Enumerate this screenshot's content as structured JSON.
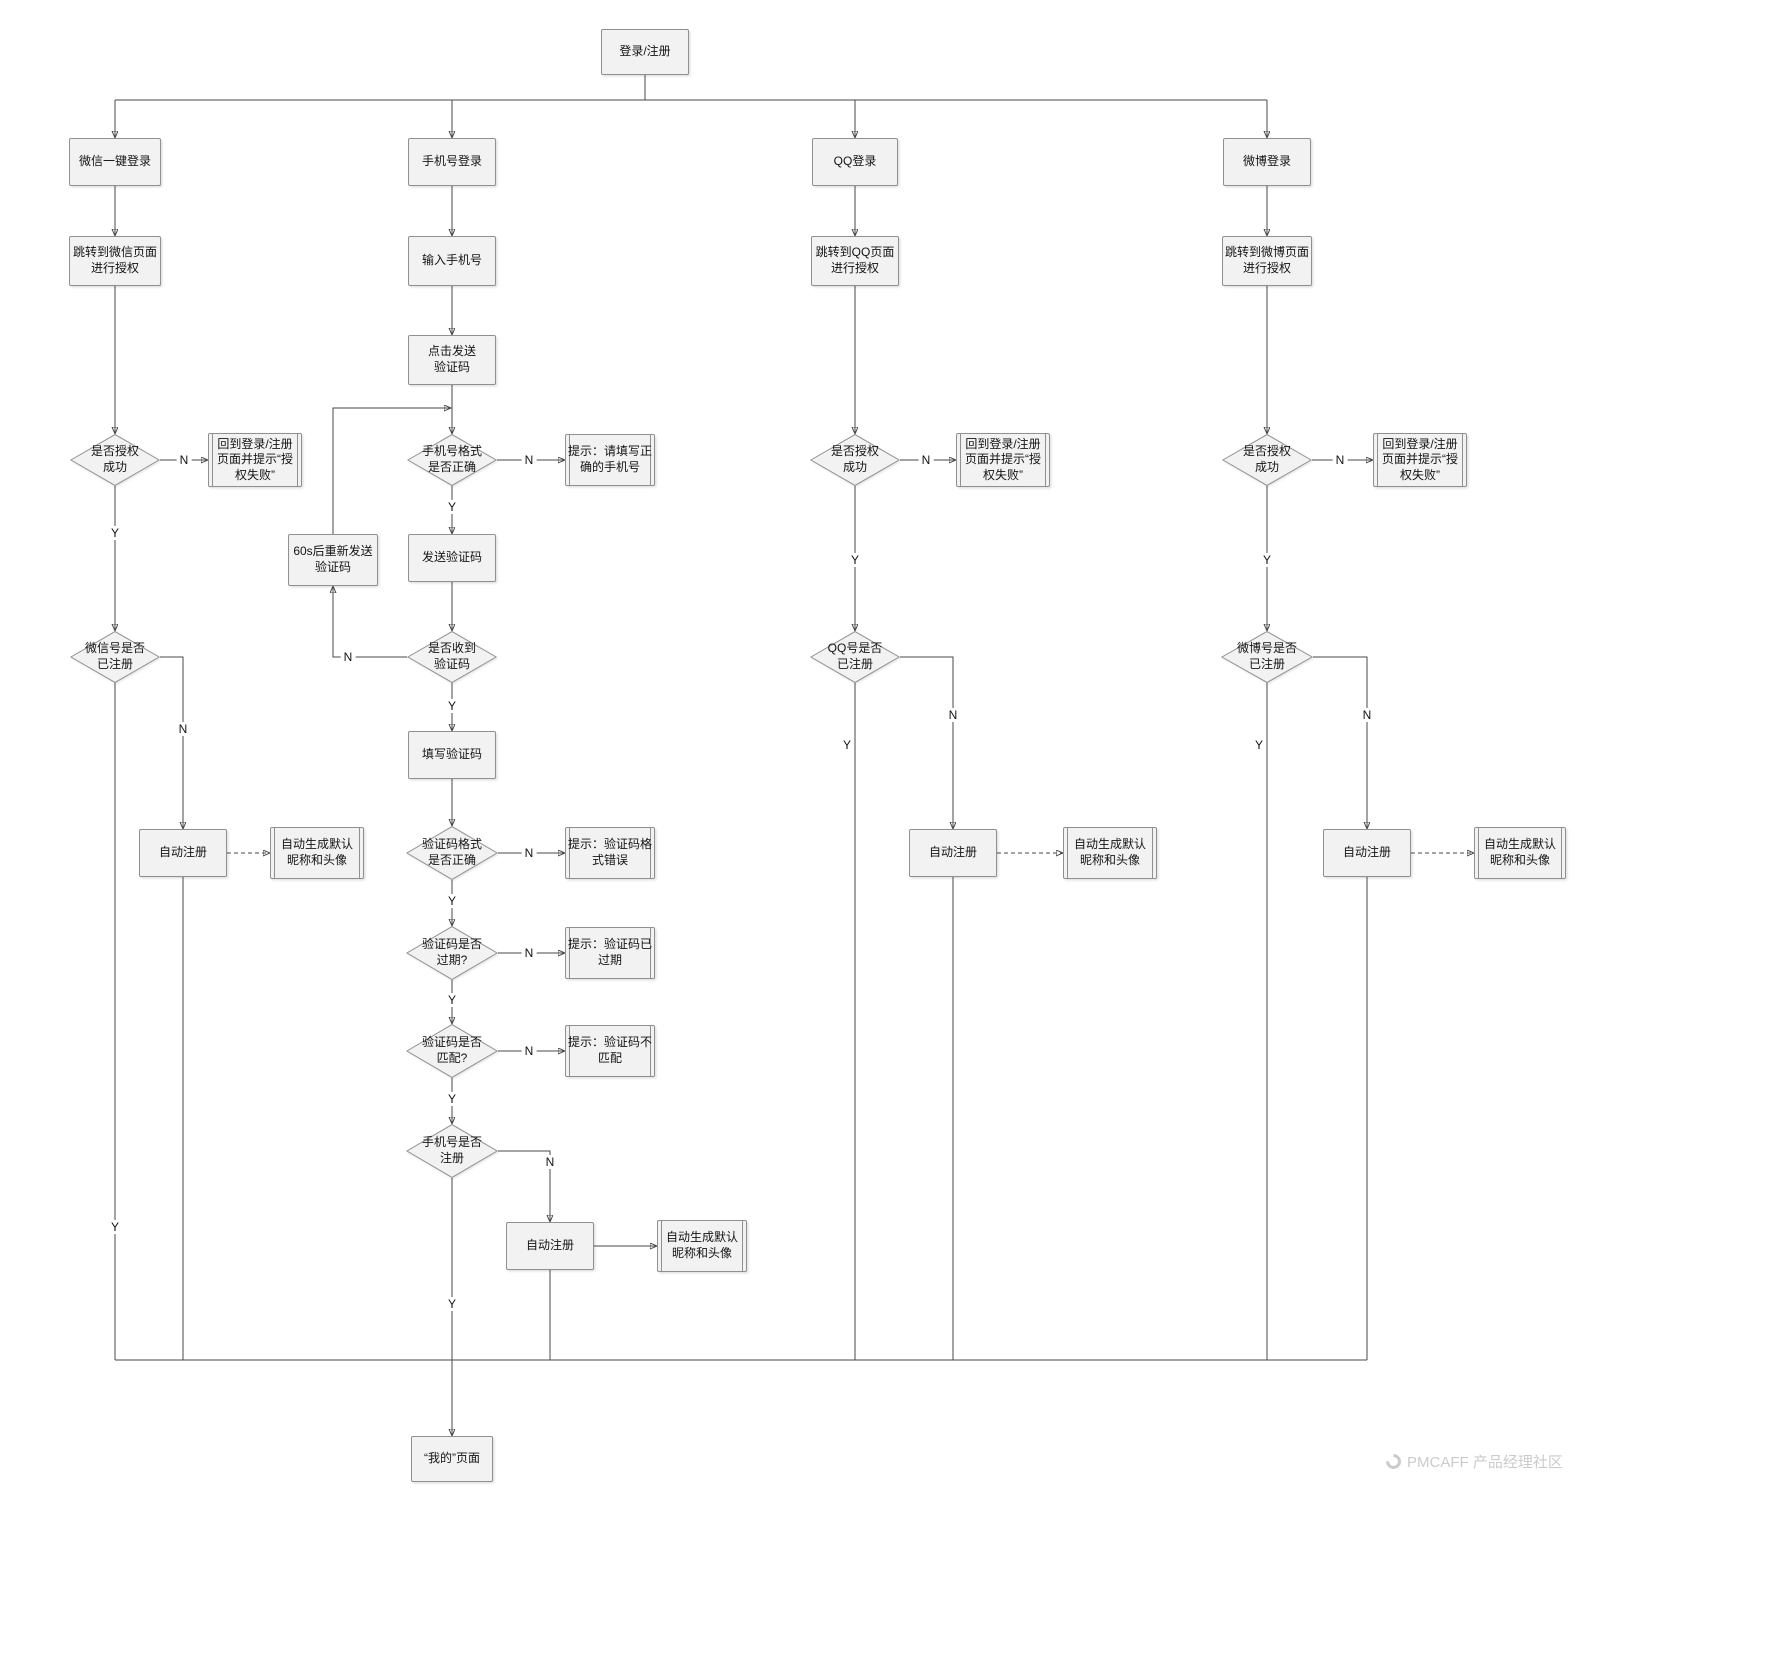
{
  "labels": {
    "yes": "Y",
    "no": "N"
  },
  "nodes": {
    "start": {
      "label": "登录/注册"
    },
    "wechat_login": {
      "label": "微信一键登录"
    },
    "wechat_jump": {
      "label": "跳转到微信页面\n进行授权"
    },
    "wechat_auth": {
      "label": "是否授权\n成功"
    },
    "wechat_auth_fail": {
      "label": "回到登录/注册\n页面并提示“授\n权失败”"
    },
    "wechat_registered": {
      "label": "微信号是否\n已注册"
    },
    "wechat_auto_register": {
      "label": "自动注册"
    },
    "wechat_default_profile": {
      "label": "自动生成默认\n昵称和头像"
    },
    "phone_login": {
      "label": "手机号登录"
    },
    "phone_input": {
      "label": "输入手机号"
    },
    "phone_send_click": {
      "label": "点击发送\n验证码"
    },
    "phone_format": {
      "label": "手机号格式\n是否正确"
    },
    "phone_format_tip": {
      "label": "提示：请填写正\n确的手机号"
    },
    "resend_60s": {
      "label": "60s后重新发送\n验证码"
    },
    "send_code": {
      "label": "发送验证码"
    },
    "code_received": {
      "label": "是否收到\n验证码"
    },
    "fill_code": {
      "label": "填写验证码"
    },
    "code_format": {
      "label": "验证码格式\n是否正确"
    },
    "code_format_tip": {
      "label": "提示：验证码格\n式错误"
    },
    "code_expired": {
      "label": "验证码是否\n过期?"
    },
    "code_expired_tip": {
      "label": "提示：验证码已\n过期"
    },
    "code_match": {
      "label": "验证码是否\n匹配?"
    },
    "code_match_tip": {
      "label": "提示：验证码不\n匹配"
    },
    "phone_registered": {
      "label": "手机号是否\n注册"
    },
    "phone_auto_register": {
      "label": "自动注册"
    },
    "phone_default_profile": {
      "label": "自动生成默认\n昵称和头像"
    },
    "qq_login": {
      "label": "QQ登录"
    },
    "qq_jump": {
      "label": "跳转到QQ页面\n进行授权"
    },
    "qq_auth": {
      "label": "是否授权\n成功"
    },
    "qq_auth_fail": {
      "label": "回到登录/注册\n页面并提示“授\n权失败”"
    },
    "qq_registered": {
      "label": "QQ号是否\n已注册"
    },
    "qq_auto_register": {
      "label": "自动注册"
    },
    "qq_default_profile": {
      "label": "自动生成默认\n昵称和头像"
    },
    "weibo_login": {
      "label": "微博登录"
    },
    "weibo_jump": {
      "label": "跳转到微博页面\n进行授权"
    },
    "weibo_auth": {
      "label": "是否授权\n成功"
    },
    "weibo_auth_fail": {
      "label": "回到登录/注册\n页面并提示“授\n权失败”"
    },
    "weibo_registered": {
      "label": "微博号是否\n已注册"
    },
    "weibo_auto_register": {
      "label": "自动注册"
    },
    "weibo_default_profile": {
      "label": "自动生成默认\n昵称和头像"
    },
    "my_page": {
      "label": "“我的”页面"
    }
  },
  "watermark": {
    "text": "PMCAFF 产品经理社区",
    "logo_icon": "pmcaff-ring-logo"
  },
  "style": {
    "background": "#ffffff",
    "node_fill": "#f2f2f2",
    "node_border": "#909090",
    "connector_color": "#4a4a4a",
    "text_color": "#141414",
    "watermark_color": "#cbcbcb"
  }
}
